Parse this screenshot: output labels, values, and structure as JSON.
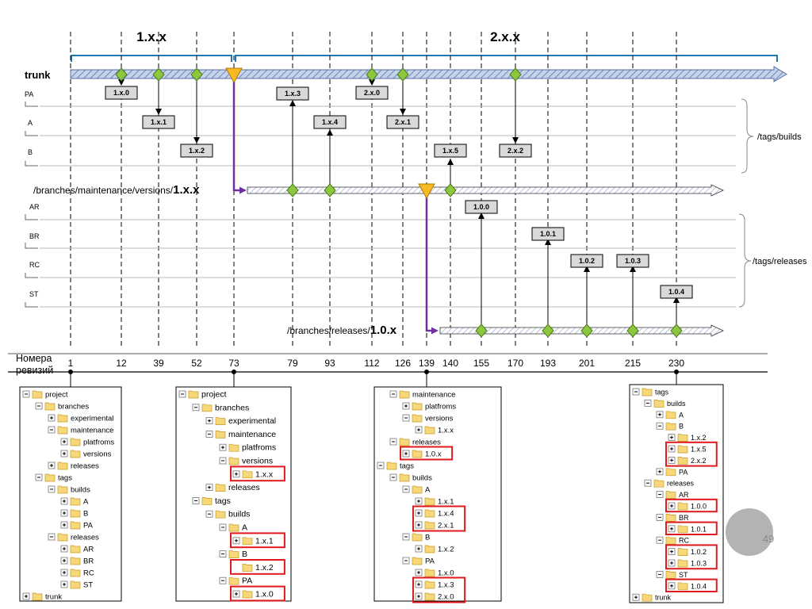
{
  "header": {
    "range_1": "1.x.x",
    "range_2": "2.x.x"
  },
  "trunk_label": "trunk",
  "row_labels": {
    "builds": [
      "PA",
      "A",
      "B"
    ],
    "releases": [
      "AR",
      "BR",
      "RC",
      "ST"
    ]
  },
  "group_labels": {
    "builds": "/tags/builds",
    "releases": "/tags/releases"
  },
  "branches": {
    "maintenance_prefix": "/branches/maintenance/versions/",
    "maintenance_name": "1.x.x",
    "releases_prefix": "/branches/releases/",
    "releases_name": "1.0.x"
  },
  "tags": {
    "t1x0": "1.x.0",
    "t1x1": "1.x.1",
    "t1x2": "1.x.2",
    "t1x3": "1.x.3",
    "t1x4": "1.x.4",
    "t1x5": "1.x.5",
    "t2x0": "2.x.0",
    "t2x1": "2.x.1",
    "t2x2": "2.x.2",
    "t100": "1.0.0",
    "t101": "1.0.1",
    "t102": "1.0.2",
    "t103": "1.0.3",
    "t104": "1.0.4"
  },
  "revisions_label_line1": "Номера",
  "revisions_label_line2": "ревизий",
  "revisions": [
    "1",
    "12",
    "39",
    "52",
    "73",
    "79",
    "93",
    "112",
    "126",
    "139",
    "140",
    "155",
    "170",
    "193",
    "201",
    "215",
    "230"
  ],
  "page_number": "49",
  "trees": [
    [
      {
        "d": 0,
        "t": "project",
        "e": "-"
      },
      {
        "d": 1,
        "t": "branches",
        "e": "-"
      },
      {
        "d": 2,
        "t": "experimental",
        "e": "+"
      },
      {
        "d": 2,
        "t": "maintenance",
        "e": "-"
      },
      {
        "d": 3,
        "t": "platfroms",
        "e": "+"
      },
      {
        "d": 3,
        "t": "versions",
        "e": "+"
      },
      {
        "d": 2,
        "t": "releases",
        "e": "+"
      },
      {
        "d": 1,
        "t": "tags",
        "e": "-"
      },
      {
        "d": 2,
        "t": "builds",
        "e": "-"
      },
      {
        "d": 3,
        "t": "A",
        "e": "+"
      },
      {
        "d": 3,
        "t": "B",
        "e": "+"
      },
      {
        "d": 3,
        "t": "PA",
        "e": "+"
      },
      {
        "d": 2,
        "t": "releases",
        "e": "-"
      },
      {
        "d": 3,
        "t": "AR",
        "e": "+"
      },
      {
        "d": 3,
        "t": "BR",
        "e": "+"
      },
      {
        "d": 3,
        "t": "RC",
        "e": "+"
      },
      {
        "d": 3,
        "t": "ST",
        "e": "+"
      },
      {
        "d": 0,
        "t": "trunk",
        "e": "+"
      }
    ],
    [
      {
        "d": 0,
        "t": "project",
        "e": "-"
      },
      {
        "d": 1,
        "t": "branches",
        "e": "-"
      },
      {
        "d": 2,
        "t": "experimental",
        "e": "+"
      },
      {
        "d": 2,
        "t": "maintenance",
        "e": "-"
      },
      {
        "d": 3,
        "t": "platfroms",
        "e": "+"
      },
      {
        "d": 3,
        "t": "versions",
        "e": "-"
      },
      {
        "d": 4,
        "t": "1.x.x",
        "e": "+",
        "h": 1
      },
      {
        "d": 2,
        "t": "releases",
        "e": "+"
      },
      {
        "d": 1,
        "t": "tags",
        "e": "-"
      },
      {
        "d": 2,
        "t": "builds",
        "e": "-"
      },
      {
        "d": 3,
        "t": "A",
        "e": "-"
      },
      {
        "d": 4,
        "t": "1.x.1",
        "e": "+",
        "h": 1
      },
      {
        "d": 3,
        "t": "B",
        "e": "-"
      },
      {
        "d": 4,
        "t": "1.x.2",
        "e": "",
        "h": 1
      },
      {
        "d": 3,
        "t": "PA",
        "e": "-"
      },
      {
        "d": 4,
        "t": "1.x.0",
        "e": "+",
        "h": 1
      }
    ],
    [
      {
        "d": 1,
        "t": "maintenance",
        "e": "-"
      },
      {
        "d": 2,
        "t": "platfroms",
        "e": "+"
      },
      {
        "d": 2,
        "t": "versions",
        "e": "-"
      },
      {
        "d": 3,
        "t": "1.x.x",
        "e": "+"
      },
      {
        "d": 1,
        "t": "releases",
        "e": "-"
      },
      {
        "d": 2,
        "t": "1.0.x",
        "e": "+",
        "h": 1
      },
      {
        "d": 0,
        "t": "tags",
        "e": "-"
      },
      {
        "d": 1,
        "t": "builds",
        "e": "-"
      },
      {
        "d": 2,
        "t": "A",
        "e": "-"
      },
      {
        "d": 3,
        "t": "1.x.1",
        "e": "+"
      },
      {
        "d": 3,
        "t": "1.x.4",
        "e": "+",
        "h": 2
      },
      {
        "d": 3,
        "t": "2.x.1",
        "e": "+",
        "h": 3
      },
      {
        "d": 2,
        "t": "B",
        "e": "-"
      },
      {
        "d": 3,
        "t": "1.x.2",
        "e": "+"
      },
      {
        "d": 2,
        "t": "PA",
        "e": "-"
      },
      {
        "d": 3,
        "t": "1.x.0",
        "e": "+"
      },
      {
        "d": 3,
        "t": "1.x.3",
        "e": "+",
        "h": 2
      },
      {
        "d": 3,
        "t": "2.x.0",
        "e": "+",
        "h": 3
      }
    ],
    [
      {
        "d": 0,
        "t": "tags",
        "e": "-"
      },
      {
        "d": 1,
        "t": "builds",
        "e": "-"
      },
      {
        "d": 2,
        "t": "A",
        "e": "+"
      },
      {
        "d": 2,
        "t": "B",
        "e": "-"
      },
      {
        "d": 3,
        "t": "1.x.2",
        "e": "+"
      },
      {
        "d": 3,
        "t": "1.x.5",
        "e": "+",
        "h": 2
      },
      {
        "d": 3,
        "t": "2.x.2",
        "e": "+",
        "h": 3
      },
      {
        "d": 2,
        "t": "PA",
        "e": "+"
      },
      {
        "d": 1,
        "t": "releases",
        "e": "-"
      },
      {
        "d": 2,
        "t": "AR",
        "e": "-"
      },
      {
        "d": 3,
        "t": "1.0.0",
        "e": "+",
        "h": 1
      },
      {
        "d": 2,
        "t": "BR",
        "e": "-"
      },
      {
        "d": 3,
        "t": "1.0.1",
        "e": "+",
        "h": 1
      },
      {
        "d": 2,
        "t": "RC",
        "e": "-"
      },
      {
        "d": 3,
        "t": "1.0.2",
        "e": "+",
        "h": 2
      },
      {
        "d": 3,
        "t": "1.0.3",
        "e": "+",
        "h": 3
      },
      {
        "d": 2,
        "t": "ST",
        "e": "-"
      },
      {
        "d": 3,
        "t": "1.0.4",
        "e": "+",
        "h": 1
      },
      {
        "d": 0,
        "t": "trunk",
        "e": "+"
      }
    ]
  ]
}
